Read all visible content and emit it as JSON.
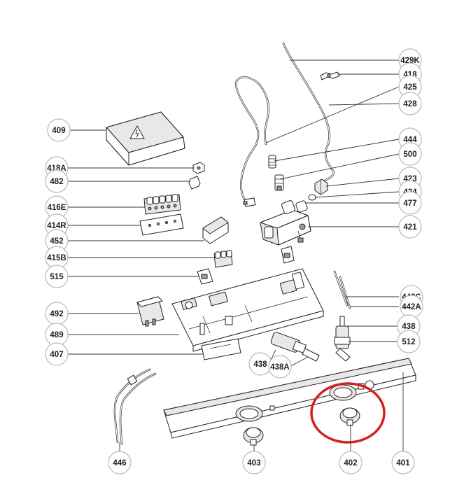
{
  "callouts": [
    {
      "id": "409",
      "label": "409"
    },
    {
      "id": "418A",
      "label": "418A"
    },
    {
      "id": "482",
      "label": "482"
    },
    {
      "id": "416E",
      "label": "416E"
    },
    {
      "id": "414R",
      "label": "414R"
    },
    {
      "id": "452",
      "label": "452"
    },
    {
      "id": "415B",
      "label": "415B"
    },
    {
      "id": "515",
      "label": "515"
    },
    {
      "id": "492",
      "label": "492"
    },
    {
      "id": "489",
      "label": "489"
    },
    {
      "id": "407",
      "label": "407"
    },
    {
      "id": "446",
      "label": "446"
    },
    {
      "id": "403",
      "label": "403"
    },
    {
      "id": "402",
      "label": "402"
    },
    {
      "id": "401",
      "label": "401"
    },
    {
      "id": "429K",
      "label": "429K"
    },
    {
      "id": "418",
      "label": "418"
    },
    {
      "id": "425",
      "label": "425"
    },
    {
      "id": "428",
      "label": "428"
    },
    {
      "id": "444",
      "label": "444"
    },
    {
      "id": "500",
      "label": "500"
    },
    {
      "id": "423",
      "label": "423"
    },
    {
      "id": "424",
      "label": "424"
    },
    {
      "id": "477",
      "label": "477"
    },
    {
      "id": "421",
      "label": "421"
    },
    {
      "id": "442C",
      "label": "442C"
    },
    {
      "id": "442A",
      "label": "442A"
    },
    {
      "id": "438R",
      "label": "438"
    },
    {
      "id": "512",
      "label": "512"
    },
    {
      "id": "438L",
      "label": "438"
    },
    {
      "id": "438A",
      "label": "438A"
    }
  ],
  "highlight": {
    "color": "#d42020",
    "target": "402"
  },
  "colors": {
    "ink": "#222222",
    "callout_border": "#b8b8b8"
  }
}
